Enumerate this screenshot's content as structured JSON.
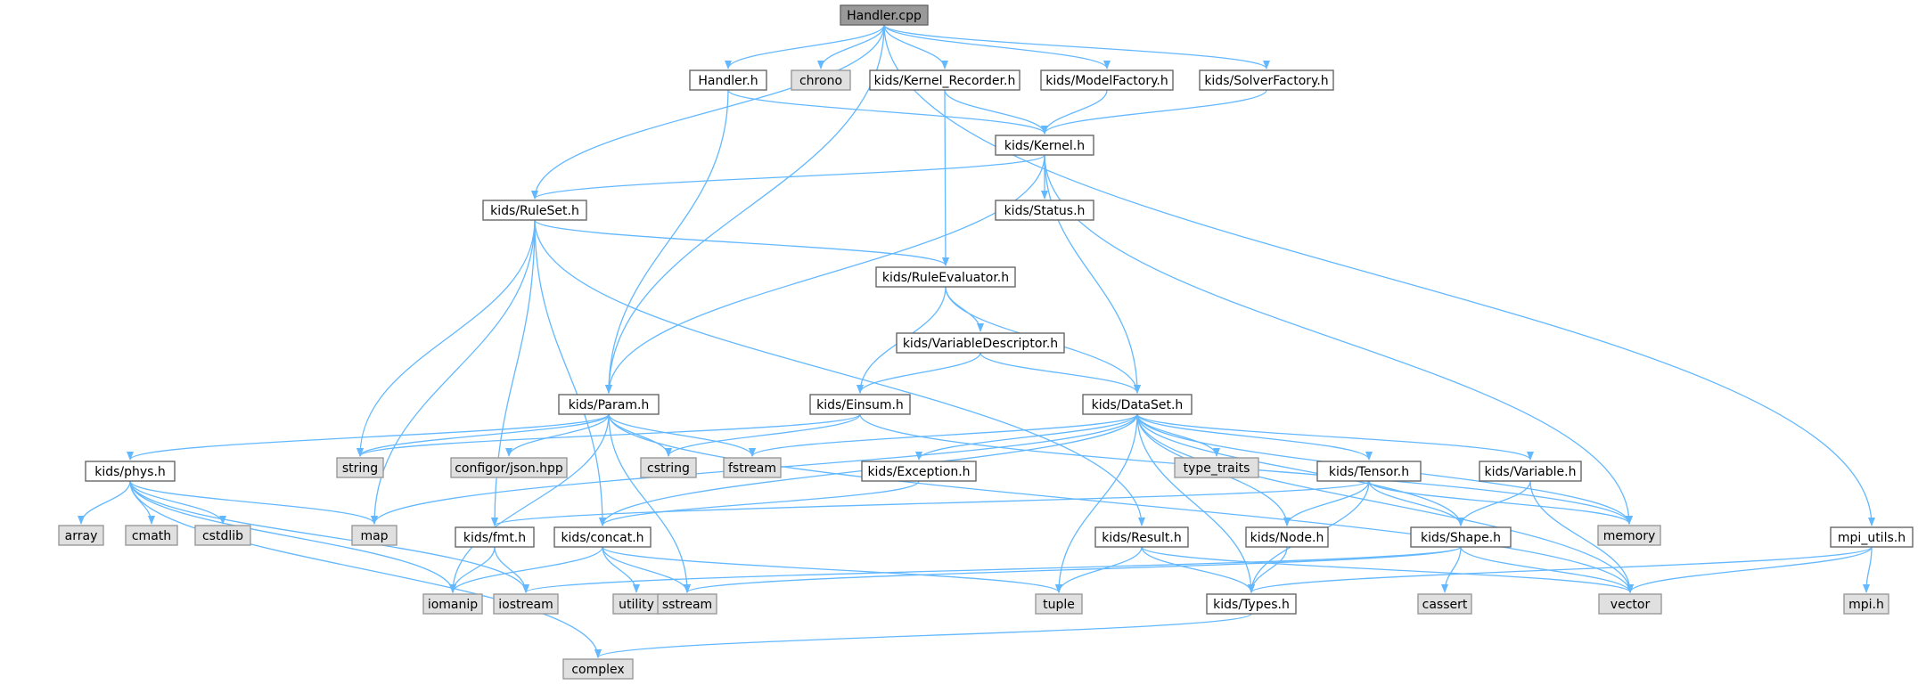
{
  "title": "Handler.cpp",
  "colors": {
    "root_fill": "#999999",
    "header_fill": "#ffffff",
    "system_fill": "#e0e0e0",
    "border": "#666666",
    "system_border": "#999999",
    "edge": "#63b8ff"
  },
  "nodes": [
    {
      "id": "handler_cpp",
      "label": "Handler.cpp",
      "kind": "root"
    },
    {
      "id": "handler_h",
      "label": "Handler.h",
      "kind": "header"
    },
    {
      "id": "chrono",
      "label": "chrono",
      "kind": "system"
    },
    {
      "id": "kernel_recorder",
      "label": "kids/Kernel_Recorder.h",
      "kind": "header"
    },
    {
      "id": "model_factory",
      "label": "kids/ModelFactory.h",
      "kind": "header"
    },
    {
      "id": "solver_factory",
      "label": "kids/SolverFactory.h",
      "kind": "header"
    },
    {
      "id": "kernel",
      "label": "kids/Kernel.h",
      "kind": "header"
    },
    {
      "id": "ruleset",
      "label": "kids/RuleSet.h",
      "kind": "header"
    },
    {
      "id": "status",
      "label": "kids/Status.h",
      "kind": "header"
    },
    {
      "id": "rule_evaluator",
      "label": "kids/RuleEvaluator.h",
      "kind": "header"
    },
    {
      "id": "variable_descriptor",
      "label": "kids/VariableDescriptor.h",
      "kind": "header"
    },
    {
      "id": "param",
      "label": "kids/Param.h",
      "kind": "header"
    },
    {
      "id": "einsum",
      "label": "kids/Einsum.h",
      "kind": "header"
    },
    {
      "id": "dataset",
      "label": "kids/DataSet.h",
      "kind": "header"
    },
    {
      "id": "phys",
      "label": "kids/phys.h",
      "kind": "header"
    },
    {
      "id": "string",
      "label": "string",
      "kind": "system"
    },
    {
      "id": "configor",
      "label": "configor/json.hpp",
      "kind": "system"
    },
    {
      "id": "cstring",
      "label": "cstring",
      "kind": "system"
    },
    {
      "id": "fstream",
      "label": "fstream",
      "kind": "system"
    },
    {
      "id": "type_traits",
      "label": "type_traits",
      "kind": "system"
    },
    {
      "id": "tensor",
      "label": "kids/Tensor.h",
      "kind": "header"
    },
    {
      "id": "variable",
      "label": "kids/Variable.h",
      "kind": "header"
    },
    {
      "id": "exception",
      "label": "kids/Exception.h",
      "kind": "header"
    },
    {
      "id": "array",
      "label": "array",
      "kind": "system"
    },
    {
      "id": "cmath",
      "label": "cmath",
      "kind": "system"
    },
    {
      "id": "cstdlib",
      "label": "cstdlib",
      "kind": "system"
    },
    {
      "id": "map",
      "label": "map",
      "kind": "system"
    },
    {
      "id": "fmt",
      "label": "kids/fmt.h",
      "kind": "header"
    },
    {
      "id": "concat",
      "label": "kids/concat.h",
      "kind": "header"
    },
    {
      "id": "result",
      "label": "kids/Result.h",
      "kind": "header"
    },
    {
      "id": "node",
      "label": "kids/Node.h",
      "kind": "header"
    },
    {
      "id": "shape",
      "label": "kids/Shape.h",
      "kind": "header"
    },
    {
      "id": "memory",
      "label": "memory",
      "kind": "system"
    },
    {
      "id": "mpi_utils",
      "label": "mpi_utils.h",
      "kind": "header"
    },
    {
      "id": "iomanip",
      "label": "iomanip",
      "kind": "system"
    },
    {
      "id": "iostream",
      "label": "iostream",
      "kind": "system"
    },
    {
      "id": "utility",
      "label": "utility",
      "kind": "system"
    },
    {
      "id": "sstream",
      "label": "sstream",
      "kind": "system"
    },
    {
      "id": "tuple",
      "label": "tuple",
      "kind": "system"
    },
    {
      "id": "types",
      "label": "kids/Types.h",
      "kind": "header"
    },
    {
      "id": "cassert",
      "label": "cassert",
      "kind": "system"
    },
    {
      "id": "vector",
      "label": "vector",
      "kind": "system"
    },
    {
      "id": "mpi_h",
      "label": "mpi.h",
      "kind": "system"
    },
    {
      "id": "complex",
      "label": "complex",
      "kind": "system"
    }
  ],
  "edges": [
    [
      "handler_cpp",
      "handler_h"
    ],
    [
      "handler_cpp",
      "chrono"
    ],
    [
      "handler_cpp",
      "kernel_recorder"
    ],
    [
      "handler_cpp",
      "model_factory"
    ],
    [
      "handler_cpp",
      "solver_factory"
    ],
    [
      "handler_cpp",
      "ruleset"
    ],
    [
      "handler_cpp",
      "param"
    ],
    [
      "handler_cpp",
      "mpi_utils"
    ],
    [
      "handler_h",
      "kernel"
    ],
    [
      "handler_h",
      "param"
    ],
    [
      "kernel_recorder",
      "kernel"
    ],
    [
      "kernel_recorder",
      "rule_evaluator"
    ],
    [
      "model_factory",
      "kernel"
    ],
    [
      "solver_factory",
      "kernel"
    ],
    [
      "kernel",
      "ruleset"
    ],
    [
      "kernel",
      "status"
    ],
    [
      "kernel",
      "param"
    ],
    [
      "kernel",
      "dataset"
    ],
    [
      "kernel",
      "memory"
    ],
    [
      "ruleset",
      "rule_evaluator"
    ],
    [
      "ruleset",
      "string"
    ],
    [
      "ruleset",
      "map"
    ],
    [
      "ruleset",
      "fmt"
    ],
    [
      "ruleset",
      "concat"
    ],
    [
      "ruleset",
      "result"
    ],
    [
      "rule_evaluator",
      "variable_descriptor"
    ],
    [
      "rule_evaluator",
      "einsum"
    ],
    [
      "rule_evaluator",
      "dataset"
    ],
    [
      "variable_descriptor",
      "einsum"
    ],
    [
      "variable_descriptor",
      "dataset"
    ],
    [
      "param",
      "phys"
    ],
    [
      "param",
      "string"
    ],
    [
      "param",
      "configor"
    ],
    [
      "param",
      "cstring"
    ],
    [
      "param",
      "fstream"
    ],
    [
      "param",
      "iomanip"
    ],
    [
      "param",
      "sstream"
    ],
    [
      "param",
      "vector"
    ],
    [
      "einsum",
      "string"
    ],
    [
      "einsum",
      "cstring"
    ],
    [
      "einsum",
      "memory"
    ],
    [
      "dataset",
      "fstream"
    ],
    [
      "dataset",
      "type_traits"
    ],
    [
      "dataset",
      "tensor"
    ],
    [
      "dataset",
      "variable"
    ],
    [
      "dataset",
      "exception"
    ],
    [
      "dataset",
      "map"
    ],
    [
      "dataset",
      "concat"
    ],
    [
      "dataset",
      "tuple"
    ],
    [
      "dataset",
      "types"
    ],
    [
      "dataset",
      "node"
    ],
    [
      "dataset",
      "shape"
    ],
    [
      "dataset",
      "memory"
    ],
    [
      "dataset",
      "vector"
    ],
    [
      "phys",
      "array"
    ],
    [
      "phys",
      "cmath"
    ],
    [
      "phys",
      "cstdlib"
    ],
    [
      "phys",
      "map"
    ],
    [
      "phys",
      "iomanip"
    ],
    [
      "phys",
      "iostream"
    ],
    [
      "phys",
      "complex"
    ],
    [
      "tensor",
      "fmt"
    ],
    [
      "tensor",
      "node"
    ],
    [
      "tensor",
      "shape"
    ],
    [
      "tensor",
      "memory"
    ],
    [
      "tensor",
      "types"
    ],
    [
      "variable",
      "shape"
    ],
    [
      "variable",
      "vector"
    ],
    [
      "exception",
      "concat"
    ],
    [
      "fmt",
      "iomanip"
    ],
    [
      "fmt",
      "iostream"
    ],
    [
      "concat",
      "iomanip"
    ],
    [
      "concat",
      "utility"
    ],
    [
      "concat",
      "sstream"
    ],
    [
      "concat",
      "tuple"
    ],
    [
      "result",
      "tuple"
    ],
    [
      "result",
      "types"
    ],
    [
      "result",
      "vector"
    ],
    [
      "node",
      "types"
    ],
    [
      "shape",
      "iostream"
    ],
    [
      "shape",
      "sstream"
    ],
    [
      "shape",
      "cassert"
    ],
    [
      "shape",
      "vector"
    ],
    [
      "mpi_utils",
      "types"
    ],
    [
      "mpi_utils",
      "vector"
    ],
    [
      "mpi_utils",
      "mpi_h"
    ],
    [
      "types",
      "complex"
    ]
  ]
}
